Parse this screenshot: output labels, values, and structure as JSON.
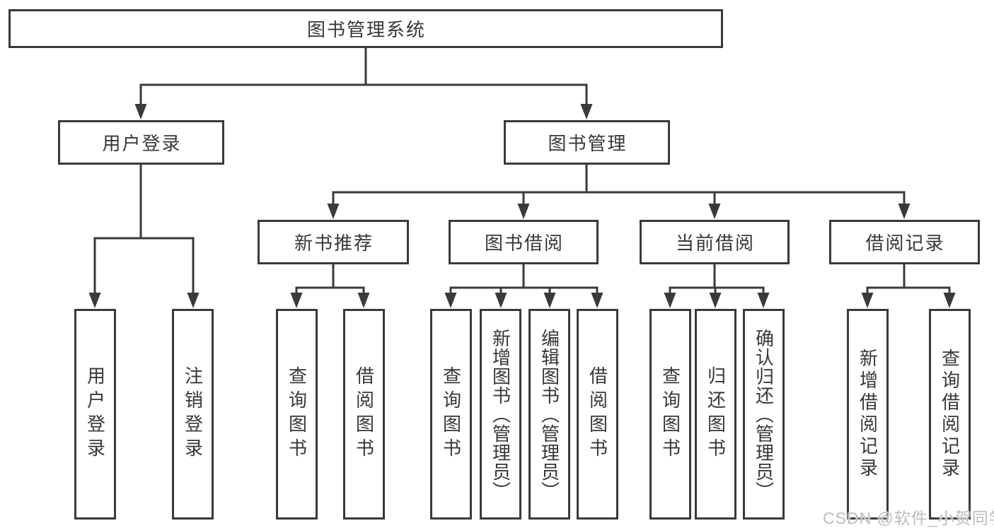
{
  "tree": {
    "label": "图书管理系统",
    "children": [
      {
        "label": "用户登录",
        "children": [
          {
            "label": "用户登录"
          },
          {
            "label": "注销登录"
          }
        ]
      },
      {
        "label": "图书管理",
        "children": [
          {
            "label": "新书推荐",
            "children": [
              {
                "label": "查询图书"
              },
              {
                "label": "借阅图书"
              }
            ]
          },
          {
            "label": "图书借阅",
            "children": [
              {
                "label": "查询图书"
              },
              {
                "label": "新增图书（管理员）"
              },
              {
                "label": "编辑图书（管理员）"
              },
              {
                "label": "借阅图书"
              }
            ]
          },
          {
            "label": "当前借阅",
            "children": [
              {
                "label": "查询图书"
              },
              {
                "label": "归还图书"
              },
              {
                "label": "确认归还（管理员）"
              }
            ]
          },
          {
            "label": "借阅记录",
            "children": [
              {
                "label": "新增借阅记录"
              },
              {
                "label": "查询借阅记录"
              }
            ]
          }
        ]
      }
    ]
  },
  "watermark": {
    "text": "CSDN @软件_小贺同学"
  },
  "colors": {
    "line": "#3a3a3a",
    "text": "#373737",
    "background": "#ffffff",
    "watermark": "#bcbcbc"
  }
}
